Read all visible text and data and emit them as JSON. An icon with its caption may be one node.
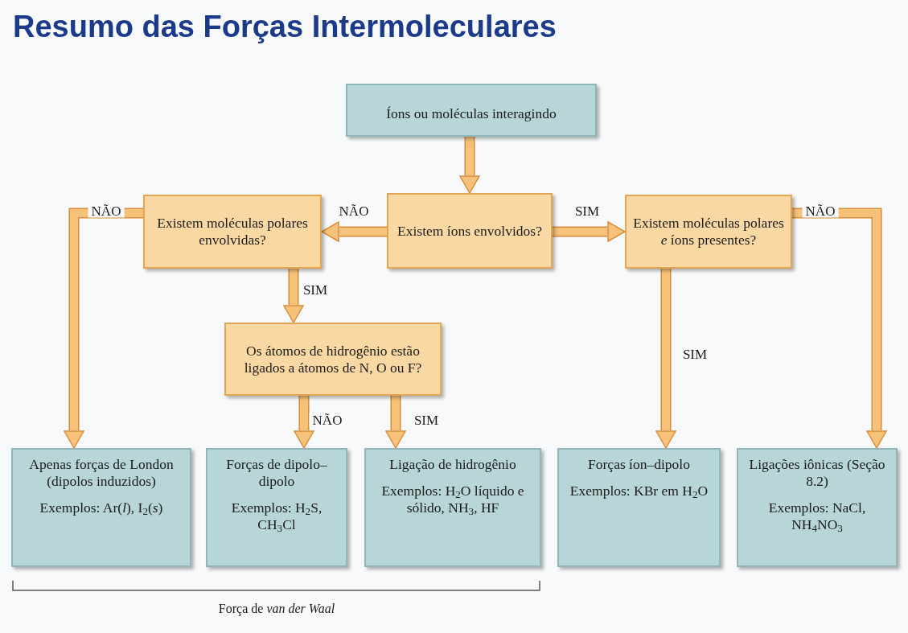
{
  "diagram": {
    "title": "Resumo das Forças Intermoleculares",
    "nodes": [
      {
        "text": [
          "Íons ou moléculas interagindo"
        ]
      },
      {
        "text": [
          "Existem moléculas polares envolvidas?"
        ]
      },
      {
        "text": [
          "Existem íons envolvidos?"
        ]
      },
      {
        "text": [
          "Existem moléculas polares *e* íons presentes?"
        ]
      },
      {
        "text": [
          "Os átomos de hidrogênio estão ligados a átomos de N, O ou F?"
        ]
      },
      {
        "text": [
          "Apenas forças de London (dipolos induzidos)",
          "Exemplos: Ar(*l*), I$_{2}$(*s*)"
        ]
      },
      {
        "text": [
          "Forças de dipolo–dipolo",
          "Exemplos: H$_{2}$S, CH$_{3}$Cl"
        ]
      },
      {
        "text": [
          "Ligação de hidrogênio",
          "Exemplos: H$_{2}$O líquido e sólido, NH$_{3}$, HF"
        ]
      },
      {
        "text": [
          "Forças íon–dipolo",
          "Exemplos: KBr em H$_{2}$O"
        ]
      },
      {
        "text": [
          "Ligações iônicas (Seção 8.2)",
          "Exemplos: NaCl, NH$_{4}$NO$_{3}$"
        ]
      }
    ],
    "edges": [
      {
        "from": 0,
        "to": 2,
        "arrow": "to"
      },
      {
        "from": 2,
        "to": 1,
        "arrow": "to",
        "label": "NÃO"
      },
      {
        "from": 2,
        "to": 3,
        "arrow": "to",
        "label": "SIM"
      },
      {
        "from": 1,
        "to": 5,
        "arrow": "to",
        "label": "NÃO"
      },
      {
        "from": 1,
        "to": 4,
        "arrow": "to",
        "label": "SIM"
      },
      {
        "from": 4,
        "to": 6,
        "arrow": "to",
        "label": "NÃO"
      },
      {
        "from": 4,
        "to": 7,
        "arrow": "to",
        "label": "SIM"
      },
      {
        "from": 3,
        "to": 8,
        "arrow": "to",
        "label": "SIM"
      },
      {
        "from": 3,
        "to": 9,
        "arrow": "to",
        "label": "NÃO"
      }
    ],
    "labels": [
      "Força de *van der Waal*"
    ]
  }
}
